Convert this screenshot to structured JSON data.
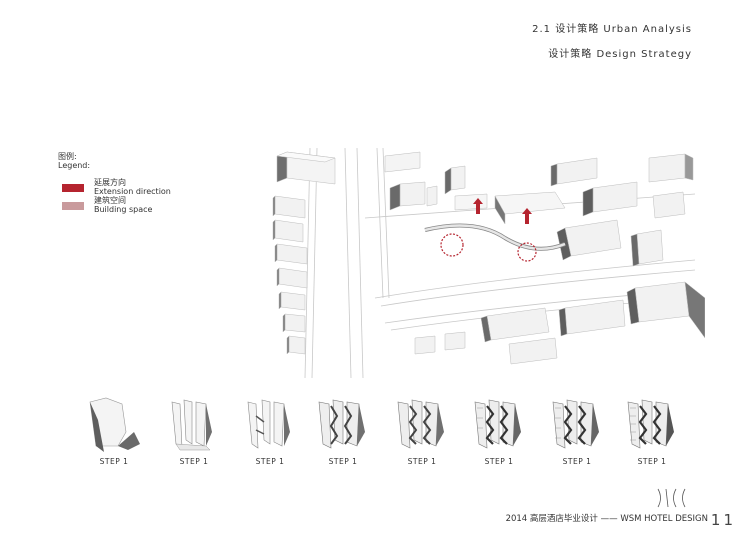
{
  "header": {
    "line1": "2.1 设计策略 Urban Analysis",
    "line2": "设计策略  Design Strategy"
  },
  "legend": {
    "title_cn": "图例:",
    "title_en": "Legend:",
    "items": [
      {
        "cn": "延展方向",
        "en": "Extension direction",
        "color": "#b5242f"
      },
      {
        "cn": "建筑空间",
        "en": "Building space",
        "color": "#c99a9c"
      }
    ]
  },
  "steps": [
    {
      "label": "STEP 1"
    },
    {
      "label": "STEP 1"
    },
    {
      "label": "STEP 1"
    },
    {
      "label": "STEP 1"
    },
    {
      "label": "STEP 1"
    },
    {
      "label": "STEP 1"
    },
    {
      "label": "STEP 1"
    },
    {
      "label": "STEP 1"
    }
  ],
  "footer": {
    "text": "2014 高层酒店毕业设计 —— WSM HOTEL DESIGN",
    "page_number": "11"
  }
}
